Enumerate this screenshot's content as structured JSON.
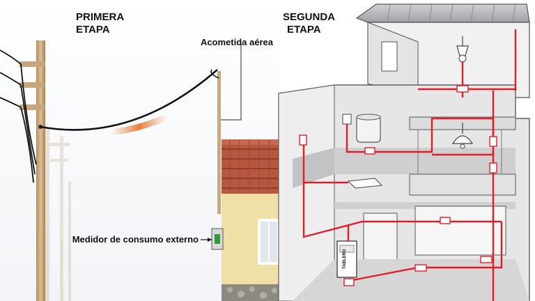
{
  "stage1": {
    "title_line1": "PRIMERA",
    "title_line2": "ETAPA",
    "acometida_label": "Acometida aérea",
    "medidor_label": "Medidor de consumo externo"
  },
  "stage2": {
    "title_line1": "SEGUNDA",
    "title_line2": "ETAPA",
    "tablero_text": "TABLERO"
  },
  "colors": {
    "wiring_red": "#e01e2a",
    "pole_tan": "#c9a57b",
    "roof_tile": "#b5583f",
    "wall_yellow": "#efe0a8",
    "meter_green": "#2e9a3a",
    "house_wall": "#e6e6e6",
    "house_floor": "#cfcfcf"
  },
  "icons": [
    "light-bulb-icon",
    "ceiling-lamp-icon",
    "water-heater-icon",
    "electrical-panel-icon",
    "outlet-icon"
  ]
}
